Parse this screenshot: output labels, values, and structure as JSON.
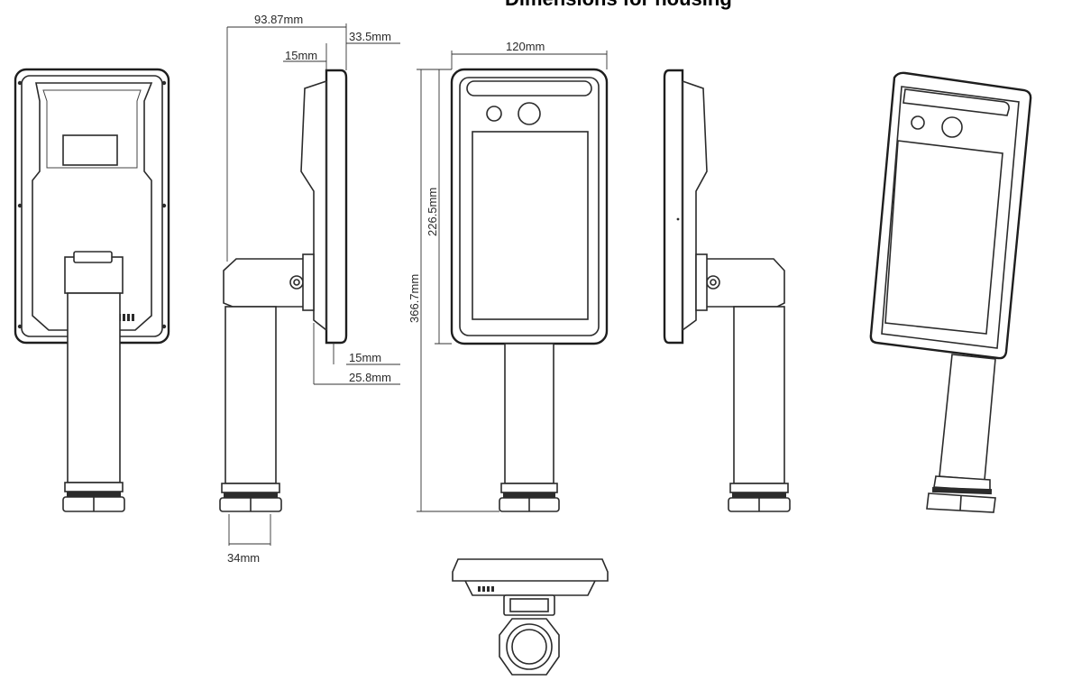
{
  "title": "Dimensions for housing",
  "dimensions": {
    "side_depth_total": "93.87mm",
    "side_depth_panel": "33.5mm",
    "side_top_offset": "15mm",
    "side_bottom_offset": "15mm",
    "side_bottom_depth": "25.8mm",
    "pole_diameter": "34mm",
    "front_width": "120mm",
    "panel_height": "226.5mm",
    "total_height": "366.7mm"
  }
}
